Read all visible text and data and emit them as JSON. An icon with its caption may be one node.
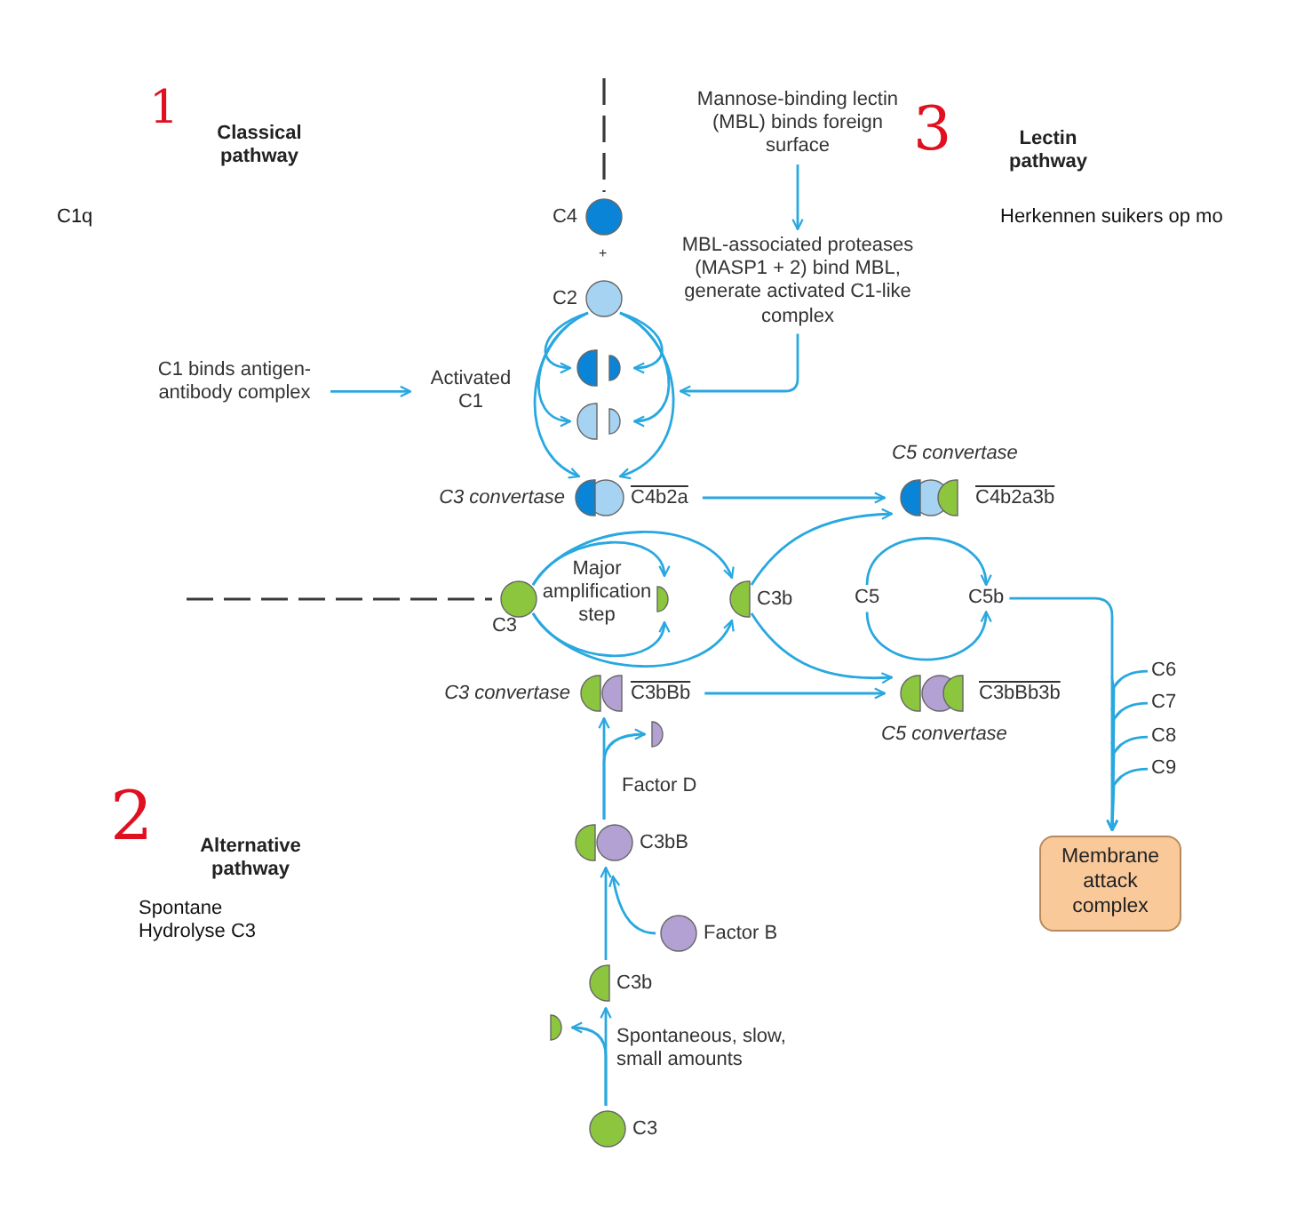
{
  "diagram": {
    "nodes": [
      {
        "text": [
          "Mannose-binding lectin (MBL) binds foreign surface"
        ]
      },
      {
        "text": [
          "C4"
        ]
      },
      {
        "text": [
          "MBL-associated proteases (MASP1 + 2) bind MBL, generate activated C1-like complex"
        ]
      },
      {
        "text": [
          "C2"
        ]
      },
      {
        "text": [
          "C1 binds antigen-antibody complex"
        ]
      },
      {
        "text": [
          "Activated C1"
        ]
      },
      {
        "text": [],
        "shape": "circle"
      },
      {
        "text": [],
        "shape": "circle"
      },
      {
        "text": [
          "C4b2a"
        ],
        "beside": [
          "C3 convertase"
        ]
      },
      {
        "text": [
          "C4b2a3b"
        ],
        "beside": [
          "C5 convertase"
        ]
      },
      {
        "text": [
          "C3"
        ]
      },
      {
        "text": [],
        "shape": "circle"
      },
      {
        "text": [
          "C3b"
        ]
      },
      {
        "text": [
          "C5"
        ]
      },
      {
        "text": [
          "C5b"
        ]
      },
      {
        "text": [
          "C3bBb"
        ],
        "beside": [
          "C3 convertase"
        ]
      },
      {
        "text": [
          "C3bBb3b"
        ],
        "beside": [
          "C5 convertase"
        ]
      },
      {
        "text": [],
        "shape": "circle"
      },
      {
        "text": [
          "C3bB"
        ]
      },
      {
        "text": [
          "Factor B"
        ]
      },
      {
        "text": [
          "C3b"
        ]
      },
      {
        "text": [],
        "shape": "circle"
      },
      {
        "text": [
          "C3"
        ]
      },
      {
        "text": [
          "C6"
        ]
      },
      {
        "text": [
          "C7"
        ]
      },
      {
        "text": [
          "C8"
        ]
      },
      {
        "text": [
          "C9"
        ]
      },
      {
        "text": [
          "Membrane attack complex"
        ]
      }
    ],
    "edges": [
      {
        "from": null,
        "to": 1,
        "arrow": "none",
        "style": "dashed",
        "color": "#3a3a3a"
      },
      {
        "from": 0,
        "to": 2,
        "arrow": "to"
      },
      {
        "from": 2,
        "to": null,
        "arrow": "to"
      },
      {
        "from": 4,
        "to": 5,
        "arrow": "to"
      },
      {
        "from": 3,
        "to": 6,
        "arrow": "to"
      },
      {
        "from": 3,
        "to": 7,
        "arrow": "to"
      },
      {
        "from": 3,
        "to": 8,
        "arrow": "to"
      },
      {
        "from": 3,
        "to": 6,
        "arrow": "to"
      },
      {
        "from": 3,
        "to": 7,
        "arrow": "to"
      },
      {
        "from": 3,
        "to": 8,
        "arrow": "to"
      },
      {
        "from": 8,
        "to": 9,
        "arrow": "to"
      },
      {
        "from": null,
        "to": 10,
        "arrow": "none",
        "style": "dashed",
        "color": "#3a3a3a"
      },
      {
        "from": 10,
        "to": 11,
        "arrow": "to"
      },
      {
        "from": 10,
        "to": 12,
        "arrow": "to"
      },
      {
        "from": 10,
        "to": 11,
        "arrow": "to"
      },
      {
        "from": 10,
        "to": 12,
        "arrow": "to"
      },
      {
        "from": 12,
        "to": 9,
        "arrow": "to"
      },
      {
        "from": 12,
        "to": 16,
        "arrow": "to"
      },
      {
        "from": 15,
        "to": 16,
        "arrow": "to"
      },
      {
        "from": 13,
        "to": 14,
        "arrow": "to"
      },
      {
        "from": 13,
        "to": 14,
        "arrow": "to"
      },
      {
        "from": 14,
        "to": 27,
        "arrow": "to"
      },
      {
        "from": 23,
        "to": 27,
        "arrow": "to"
      },
      {
        "from": 24,
        "to": 27,
        "arrow": "to"
      },
      {
        "from": 25,
        "to": 27,
        "arrow": "to"
      },
      {
        "from": 26,
        "to": 27,
        "arrow": "to"
      },
      {
        "from": 18,
        "to": 15,
        "arrow": "to",
        "label": "Factor D"
      },
      {
        "from": 18,
        "to": 17,
        "arrow": "to"
      },
      {
        "from": 20,
        "to": 18,
        "arrow": "to"
      },
      {
        "from": 19,
        "to": 18,
        "arrow": "to"
      },
      {
        "from": 22,
        "to": 20,
        "arrow": "to",
        "label": "Spontaneous, slow, small amounts"
      },
      {
        "from": 22,
        "to": 21,
        "arrow": "to"
      }
    ],
    "labels": [
      "1",
      "Classical pathway",
      "C1q",
      "3",
      "Lectin pathway",
      "Herkennen suikers op mo",
      "+",
      "Major amplification step",
      "2",
      "Alternative pathway",
      "Spontane Hydrolyse C3"
    ]
  }
}
